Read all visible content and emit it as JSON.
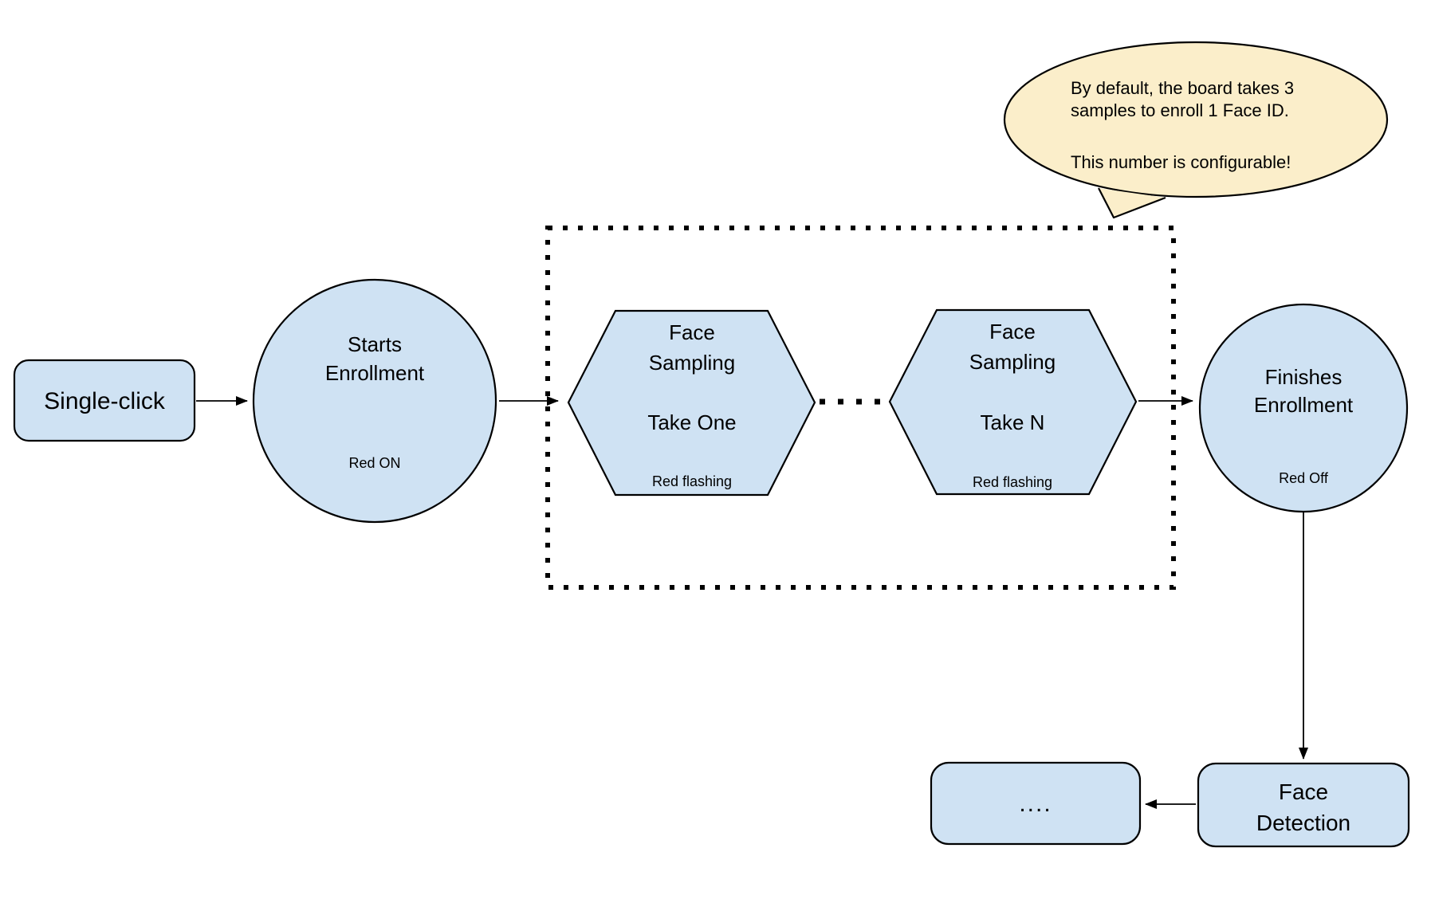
{
  "nodes": {
    "single_click": {
      "label": "Single-click"
    },
    "starts_enrollment": {
      "line1": "Starts",
      "line2": "Enrollment",
      "status": "Red ON"
    },
    "face_sampling_one": {
      "line1": "Face",
      "line2": "Sampling",
      "take": "Take One",
      "status": "Red flashing"
    },
    "face_sampling_n": {
      "line1": "Face",
      "line2": "Sampling",
      "take": "Take N",
      "status": "Red flashing"
    },
    "finishes_enrollment": {
      "line1": "Finishes",
      "line2": "Enrollment",
      "status": "Red Off"
    },
    "face_detection": {
      "line1": "Face",
      "line2": "Detection"
    },
    "continuation": {
      "label": "...."
    }
  },
  "callout": {
    "line1": "By default, the board takes 3",
    "line2": "samples to enroll 1 Face ID.",
    "line3": "This number is configurable!"
  },
  "colors": {
    "node_fill": "#cfe2f3",
    "callout_fill": "#fbeeca",
    "stroke": "#000000"
  }
}
